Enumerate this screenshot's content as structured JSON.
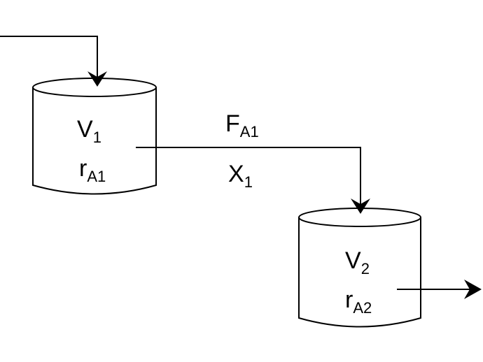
{
  "diagram": {
    "reactor1": {
      "volume": {
        "main": "V",
        "sub": "1"
      },
      "rate": {
        "main": "r",
        "sub": "A1"
      }
    },
    "reactor2": {
      "volume": {
        "main": "V",
        "sub": "2"
      },
      "rate": {
        "main": "r",
        "sub": "A2"
      }
    },
    "stream": {
      "flow": {
        "main": "F",
        "sub": "A1"
      },
      "conversion": {
        "main": "X",
        "sub": "1"
      }
    }
  },
  "colors": {
    "stroke": "#000000",
    "background": "#ffffff"
  }
}
